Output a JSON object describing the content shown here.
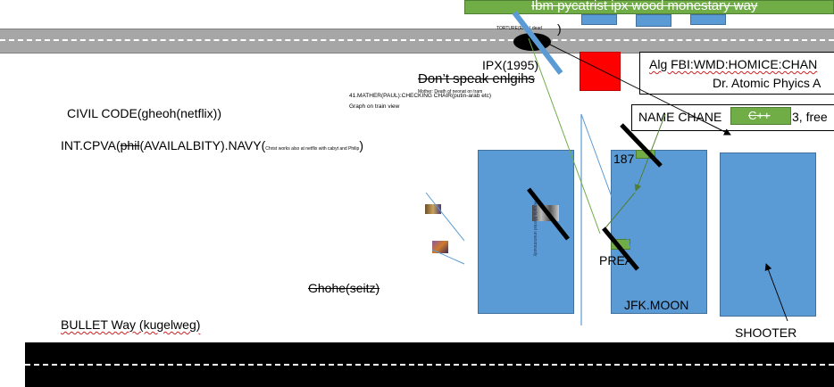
{
  "banner": {
    "text": "Ibm pycatrist ipx wood monestary way",
    "color": "#70ad47"
  },
  "road_top": {
    "label": "TORTURE(RAIL) dead"
  },
  "road_bottom": {
    "color": "#000000"
  },
  "labels": {
    "ipx": "IPX(1995)",
    "dont_speak": "Don’t speak enlgihs",
    "mather": "41.MATHER(PAUL):CHECKING CHAIR(putin-arab etc)",
    "mather_sub": "Mother: Death of neonat on tram",
    "graph": "Graph on train view",
    "civil_code": "CIVIL CODE(gheoh(netflix))",
    "intcpva_a": "INT.CPVA(",
    "intcpva_phil": "phil",
    "intcpva_b": "(AVAILALBITY).NAVY(",
    "intcpva_small": "Christ works also at netflix with cabyt and Philip",
    "intcpva_c": ")",
    "ghohe": "Ghohe(seitz)",
    "bullet": "BULLET Way (kugelweg)",
    "alg_line1": "Alg FBI:WMD:HOMICE:CHAN",
    "alg_line2": "Dr. Atomic Phyics A",
    "name_chane": "NAME CHANE",
    "name_tail": "3, free",
    "cpp": "C++",
    "n187": "187",
    "prea": "PREA",
    "jfk": "JFK.MOON",
    "shooter": "SHOOTER",
    "vertical": "Angela Merkel unanimously"
  },
  "colors": {
    "blue_box": "#5b9bd5",
    "red_box": "#ff0000",
    "green": "#70ad47",
    "road_gray": "#a6a6a6"
  }
}
